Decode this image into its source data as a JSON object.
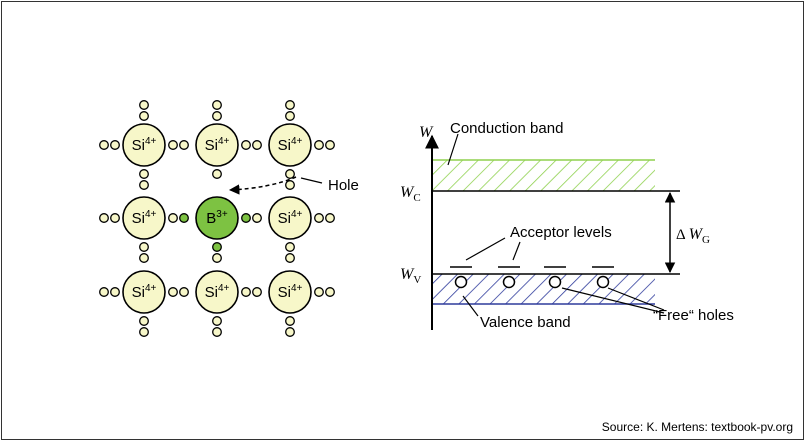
{
  "lattice": {
    "si_label": "Si",
    "si_charge": "4+",
    "b_label": "B",
    "b_charge": "3+",
    "hole_label": "Hole"
  },
  "band": {
    "energy_axis": "W",
    "conduction_band": "Conduction band",
    "valence_band": "Valence band",
    "acceptor_levels": "Acceptor levels",
    "free_holes": "“Free“ holes",
    "wc_main": "W",
    "wc_sub": "C",
    "wv_main": "W",
    "wv_sub": "V",
    "gap_delta": "Δ",
    "gap_main": "W",
    "gap_sub": "G"
  },
  "source": "Source: K. Mertens: textbook-pv.org",
  "colors": {
    "si_fill": "#f7f7c9",
    "b_fill": "#7dc242",
    "conduction_hatch": "#8fd14f",
    "valence_hatch": "#2f3b9c"
  }
}
